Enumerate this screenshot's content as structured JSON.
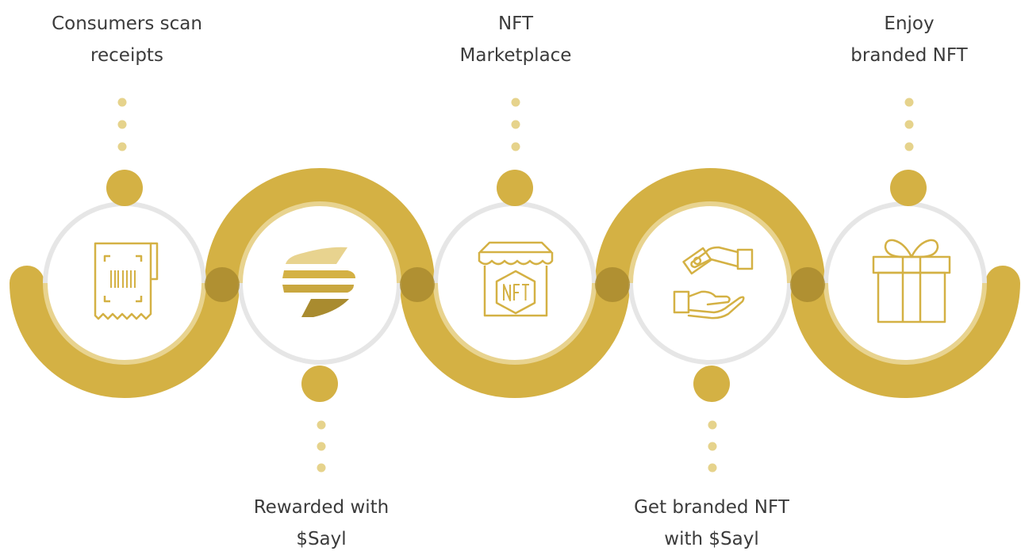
{
  "colors": {
    "gold": "#D4B144",
    "gold_light": "#E8D38F",
    "gold_dark": "#A98B2F",
    "gray_ring": "#E6E6E6",
    "dot": "#E6D38C",
    "text": "#3B3B3B"
  },
  "steps": [
    {
      "line1": "Consumers scan",
      "line2": "receipts",
      "icon": "receipt-barcode-icon"
    },
    {
      "line1": "Rewarded with",
      "line2": "$Sayl",
      "icon": "sayl-logo-icon"
    },
    {
      "line1": "NFT",
      "line2": "Marketplace",
      "icon": "nft-marketplace-icon"
    },
    {
      "line1": "Get branded NFT",
      "line2": "with $Sayl",
      "icon": "hand-exchange-icon"
    },
    {
      "line1": "Enjoy",
      "line2": "branded NFT",
      "icon": "gift-box-icon"
    }
  ]
}
